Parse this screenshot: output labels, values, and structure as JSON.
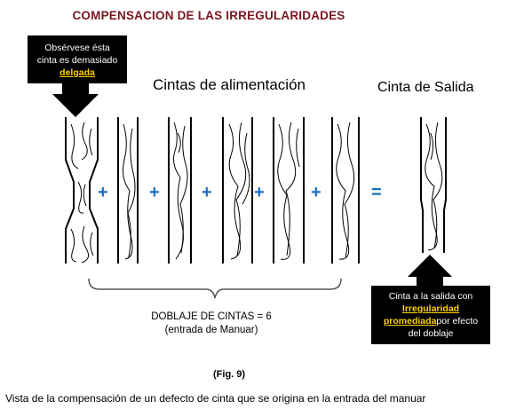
{
  "title": "COMPENSACION DE LAS IRREGULARIDADES",
  "callout_top": {
    "line1": "Obsérvese ésta",
    "line2": "cinta es demasiado",
    "highlight": "delgada"
  },
  "feed_label": "Cintas de alimentación",
  "output_label": "Cinta  de Salida",
  "operators": {
    "plus": "+",
    "equals": "="
  },
  "doblaje": {
    "line1": "DOBLAJE DE CINTAS = 6",
    "line2": "(entrada de Manuar)"
  },
  "callout_bottom": {
    "line1": "Cinta a la salida con",
    "highlight1": "Irregularidad",
    "highlight2": "promediada",
    "after_highlight2": "por efecto",
    "line4": "del doblaje"
  },
  "figure_label": "(Fig. 9)",
  "caption": "Vista de la compensación de un defecto de cinta que se origina en la entrada del manuar",
  "colors": {
    "title": "#7b1522",
    "operator": "#1a6fc4",
    "highlight": "#ffd200",
    "callout_bg": "#000000"
  }
}
